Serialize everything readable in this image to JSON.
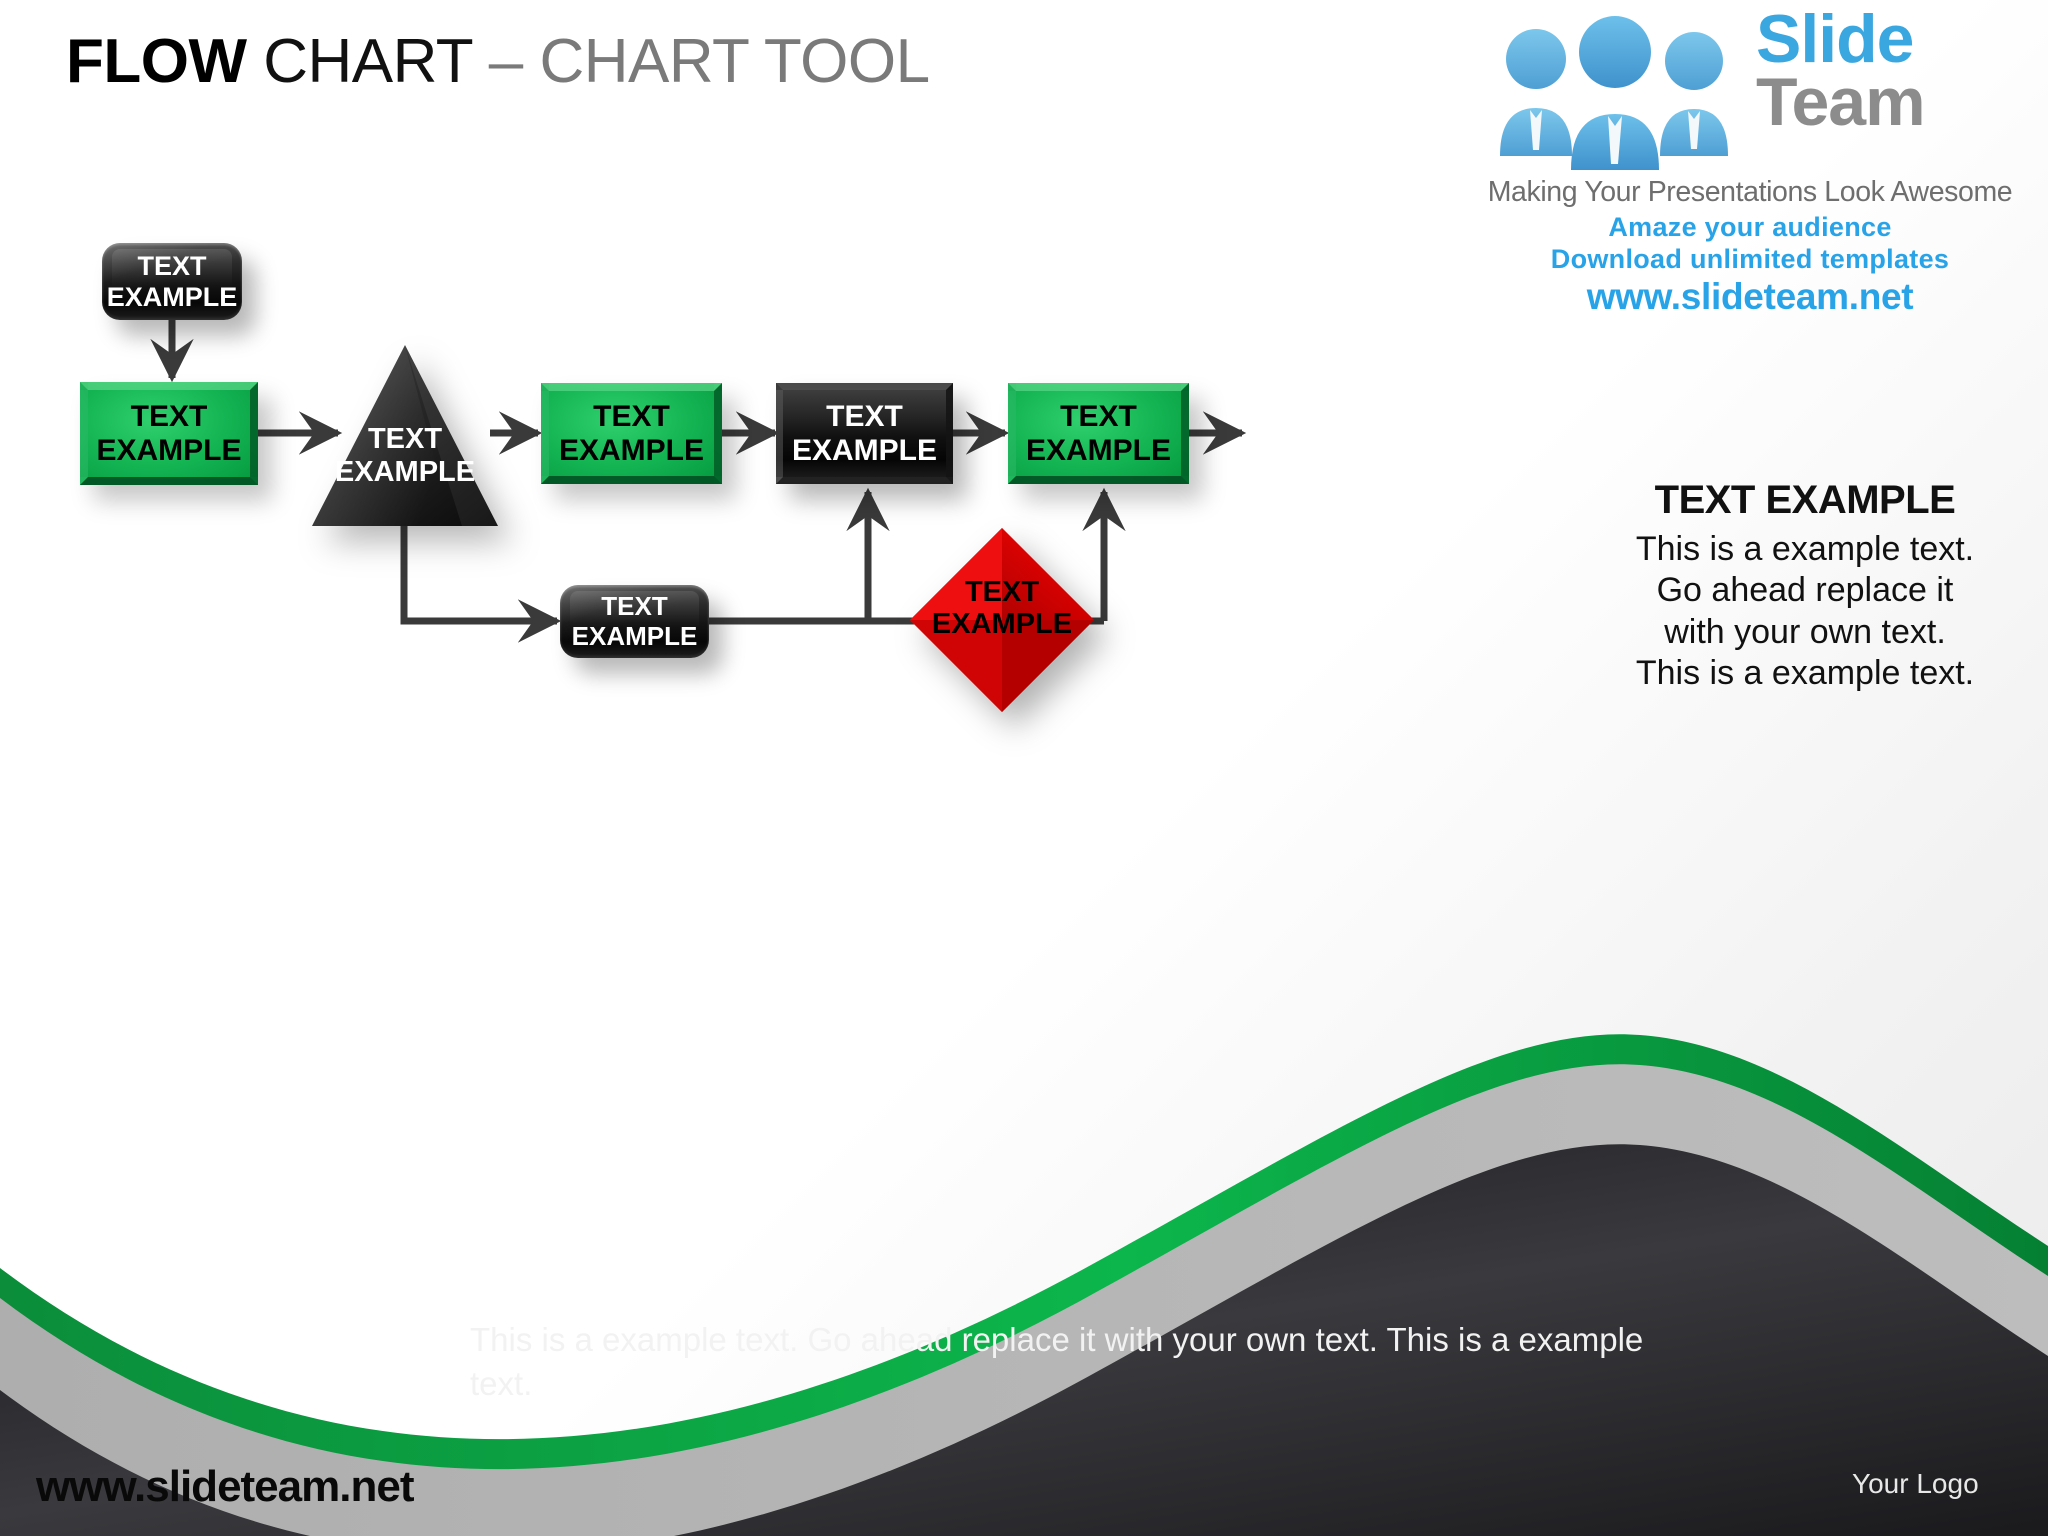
{
  "title": {
    "bold": "FLOW ",
    "regular": "CHART ",
    "gray": "– CHART TOOL"
  },
  "logo": {
    "icon": "three-people-icon",
    "word_slide": "Slide",
    "word_team": "Team",
    "tagline": "Making Your Presentations Look Awesome",
    "line1": "Amaze your audience",
    "line2": "Download unlimited templates",
    "url": "www.slideteam.net",
    "blue": "#29a3e8",
    "gray": "#8c8c8c"
  },
  "flow": {
    "nodes": [
      {
        "id": "n1",
        "shape": "rounded-rect",
        "color": "black",
        "line1": "TEXT",
        "line2": "EXAMPLE"
      },
      {
        "id": "n2",
        "shape": "rect",
        "color": "green",
        "line1": "TEXT",
        "line2": "EXAMPLE"
      },
      {
        "id": "n3",
        "shape": "triangle",
        "color": "black",
        "line1": "TEXT",
        "line2": "EXAMPLE"
      },
      {
        "id": "n4",
        "shape": "rect",
        "color": "green",
        "line1": "TEXT",
        "line2": "EXAMPLE"
      },
      {
        "id": "n5",
        "shape": "rect",
        "color": "black",
        "line1": "TEXT",
        "line2": "EXAMPLE"
      },
      {
        "id": "n6",
        "shape": "rect",
        "color": "green",
        "line1": "TEXT",
        "line2": "EXAMPLE"
      },
      {
        "id": "n7",
        "shape": "rounded-rect",
        "color": "black",
        "line1": "TEXT",
        "line2": "EXAMPLE"
      },
      {
        "id": "n8",
        "shape": "diamond",
        "color": "red",
        "line1": "TEXT",
        "line2": "EXAMPLE"
      }
    ],
    "colors": {
      "green": "#09a844",
      "red": "#e60000",
      "black": "#141414",
      "connector": "#3a3a3a"
    }
  },
  "callout": {
    "heading": "TEXT EXAMPLE",
    "body": "This is a example text. Go ahead replace it with your own text. This is a example text."
  },
  "footer": {
    "body": "This is a example text. Go ahead replace it with your own text. This is a example text.",
    "watermark": "www.slideteam.net",
    "your_logo": "Your Logo",
    "wave_green": "#09a33f",
    "wave_gray": "#b4b4b4",
    "wave_dark": "#2b2b2e"
  }
}
